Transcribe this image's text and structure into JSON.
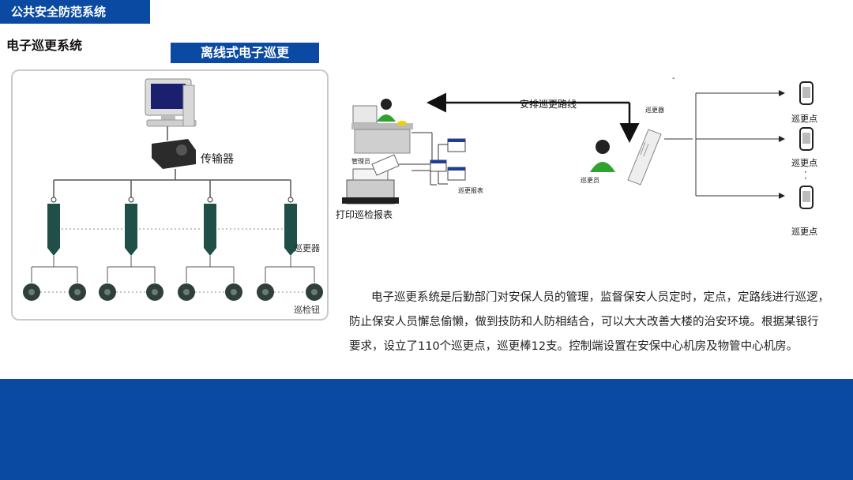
{
  "header": {
    "title": "公共安全防范系统"
  },
  "section": {
    "title": "电子巡更系统"
  },
  "offline_diagram": {
    "title": "离线式电子巡更",
    "transmitter_label": "传输器",
    "patrol_device_label": "巡更器",
    "check_button_label": "巡检钮"
  },
  "flow_diagram": {
    "route_label": "安排巡更路线",
    "manager_label": "管理员",
    "report_label": "巡更报表",
    "print_label": "打印巡检报表",
    "patroller_label": "巡更员",
    "device_label": "巡更器",
    "points": [
      "巡更点",
      "巡更点",
      "巡更点"
    ],
    "ellipsis": "·\n·\n·"
  },
  "description": "电子巡更系统是后勤部门对安保人员的管理，监督保安人员定时，定点，定路线进行巡逻，防止保安人员懈怠偷懒，做到技防和人防相结合，可以大大改善大楼的治安环境。根据某银行要求，设立了110个巡更点，巡更棒12支。控制端设置在安保中心机房及物管中心机房。",
  "colors": {
    "brand_blue": "#0b4aa2",
    "device_green": "#1f4f46",
    "figure_green": "#2fa32f"
  }
}
